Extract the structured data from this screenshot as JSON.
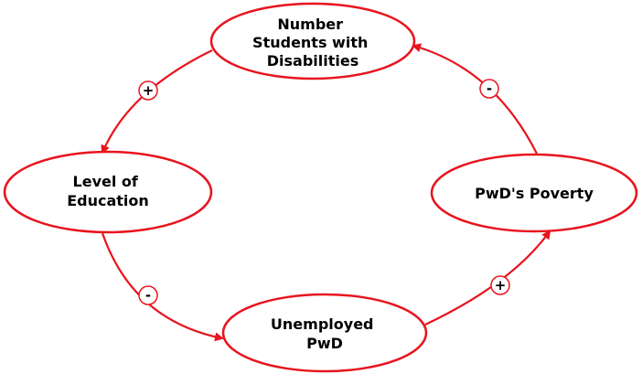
{
  "colors": {
    "edge": "#e8141e",
    "node_border": "#e8141e",
    "text": "#000000",
    "background": "#ffffff"
  },
  "nodes": {
    "students": {
      "lines": [
        "Number",
        "Students with",
        "Disabilities"
      ]
    },
    "education": {
      "lines": [
        "Level of",
        "Education"
      ]
    },
    "unemployed": {
      "lines": [
        "Unemployed",
        "PwD"
      ]
    },
    "poverty": {
      "lines": [
        "PwD's Poverty"
      ]
    }
  },
  "edges": {
    "students_to_education": {
      "sign": "+"
    },
    "education_to_unemployed": {
      "sign": "-"
    },
    "unemployed_to_poverty": {
      "sign": "+"
    },
    "poverty_to_students": {
      "sign": "-"
    }
  }
}
